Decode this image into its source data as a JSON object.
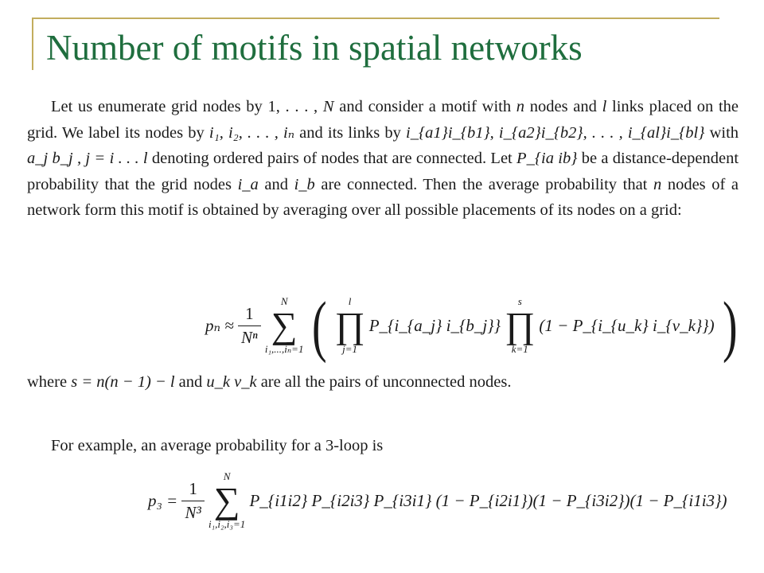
{
  "slide": {
    "title": "Number of motifs in spatial networks"
  },
  "paragraph": {
    "s1": "Let us enumerate grid nodes by 1, . . . ,",
    "N": "N",
    "s2": "and consider a motif with",
    "n": "n",
    "s3": "nodes and",
    "l": "l",
    "s4": "links placed on the grid. We label its nodes by",
    "nodes_expr": "i₁, i₂, . . . , iₙ",
    "s5": "and its links by",
    "links_expr": "i_{a1}i_{b1}, i_{a2}i_{b2}, . . . , i_{al}i_{bl}",
    "s6": "with",
    "pairs_expr": "a_j b_j , j = i . . . l",
    "s7": "denoting ordered pairs of nodes that are connected. Let",
    "P_expr": "P_{ia ib}",
    "s8": "be a distance-dependent probability that the grid nodes",
    "ia": "i_a",
    "s9": "and",
    "ib": "i_b",
    "s10": "are connected. Then the average probability that",
    "s11": "nodes of a network form this motif is obtained by averaging over all possible placements of its nodes on a grid:"
  },
  "equation_pn": {
    "lhs": "pₙ ≈",
    "frac_num": "1",
    "frac_den": "Nⁿ",
    "sum_upper": "N",
    "sum_lower": "i₁,...,iₙ=1",
    "prod1_upper": "l",
    "prod1_lower": "j=1",
    "term1": "P_{i_{a_j} i_{b_j}}",
    "prod2_upper": "s",
    "prod2_lower": "k=1",
    "term2": "(1 − P_{i_{u_k} i_{v_k}})"
  },
  "where_line": {
    "w1": "where",
    "s_expr": "s = n(n − 1) − l",
    "w2": "and",
    "uv_expr": "u_k v_k",
    "w3": "are all the pairs of unconnected nodes."
  },
  "example": {
    "text": "For example, an average probability for a 3-loop is"
  },
  "equation_p3": {
    "lhs": "p₃ =",
    "frac_num": "1",
    "frac_den": "N³",
    "sum_upper": "N",
    "sum_lower": "i₁,i₂,i₃=1",
    "term": "P_{i1i2} P_{i2i3} P_{i3i1} (1 − P_{i2i1})(1 − P_{i3i2})(1 − P_{i1i3})"
  },
  "colors": {
    "title": "#1f6e3e",
    "rule": "#c2ad5e",
    "text": "#1a1a1a"
  }
}
